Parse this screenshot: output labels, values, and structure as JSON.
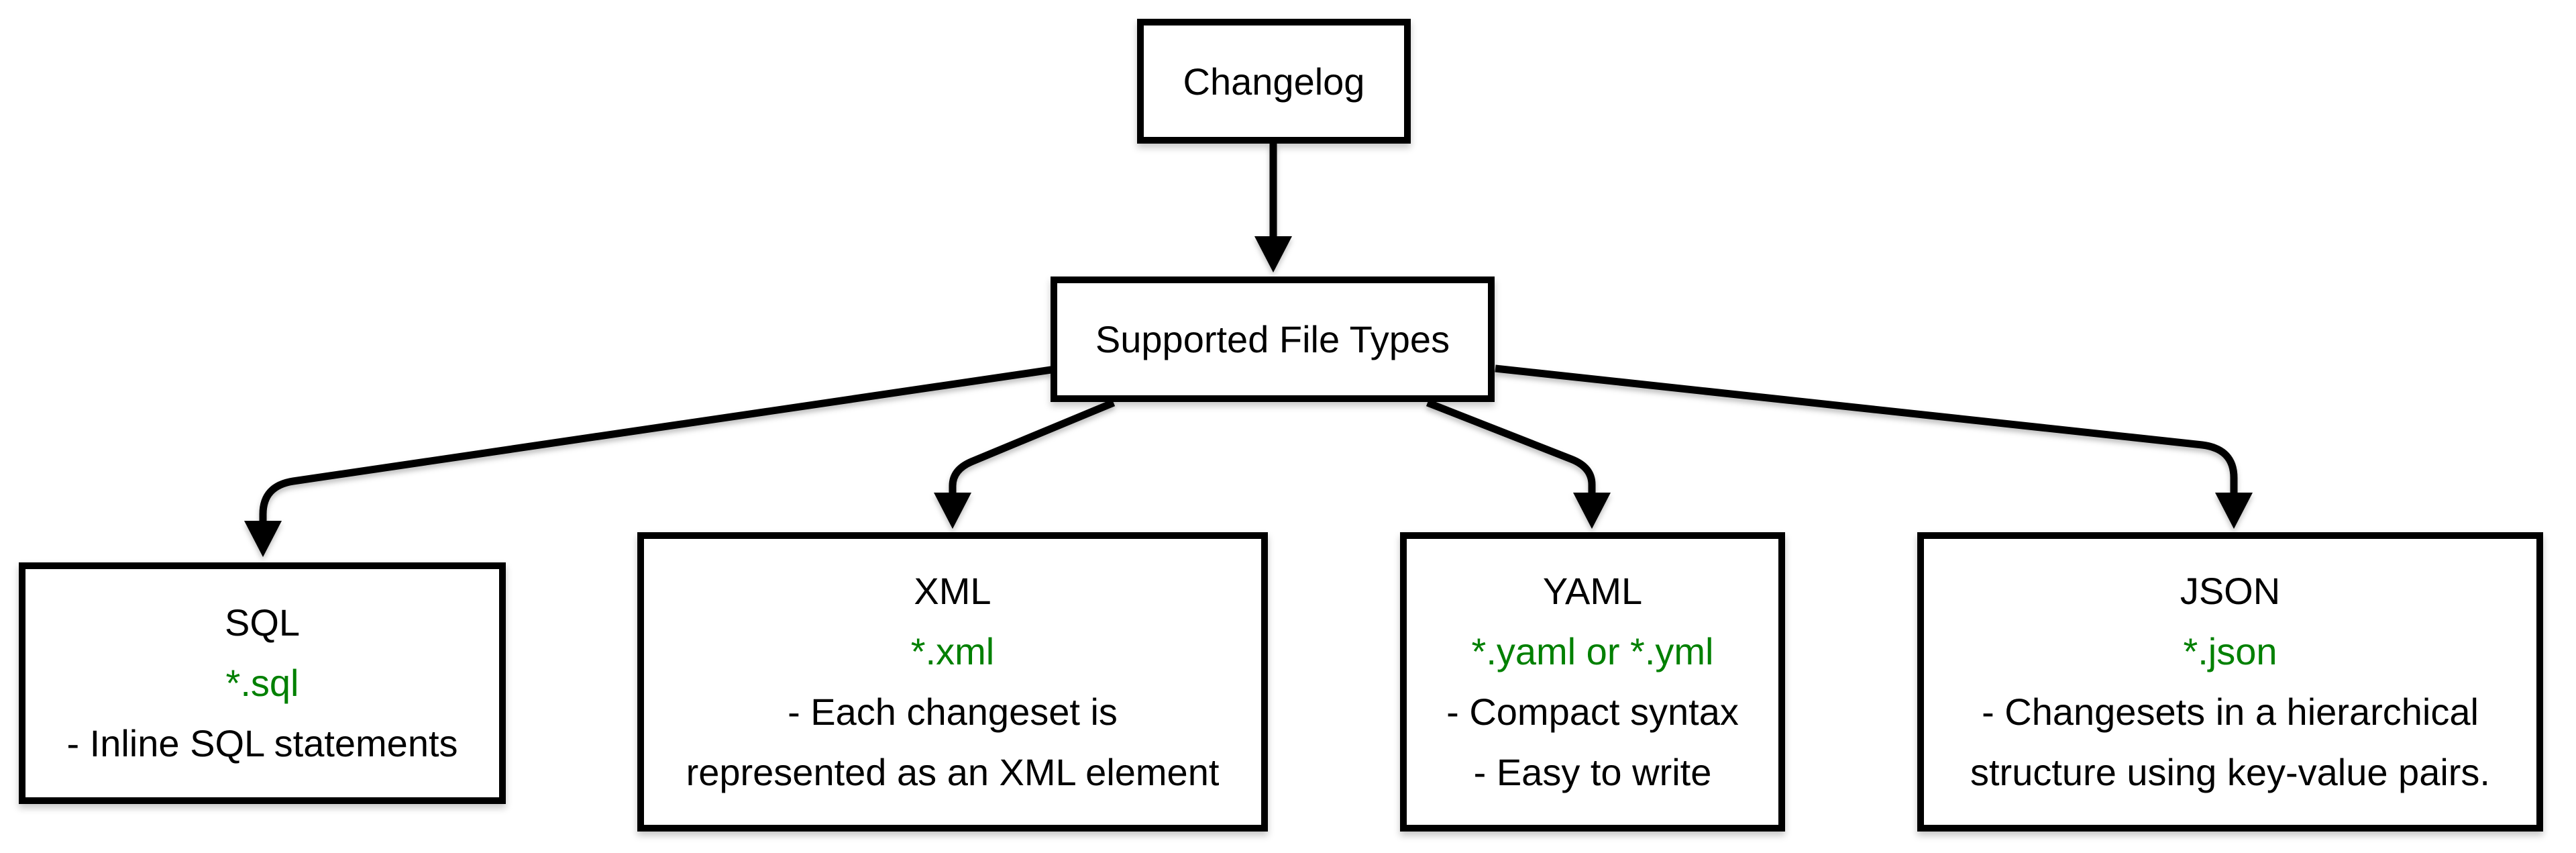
{
  "diagram": {
    "root": {
      "label": "Changelog"
    },
    "hub": {
      "label": "Supported File Types"
    },
    "types": [
      {
        "id": "sql",
        "title": "SQL",
        "ext": "*.sql",
        "desc": [
          "- Inline SQL statements"
        ]
      },
      {
        "id": "xml",
        "title": "XML",
        "ext": "*.xml",
        "desc": [
          "- Each changeset is",
          "represented as an XML element"
        ]
      },
      {
        "id": "yaml",
        "title": "YAML",
        "ext": "*.yaml or *.yml",
        "desc": [
          "- Compact syntax",
          "- Easy to write"
        ]
      },
      {
        "id": "json",
        "title": "JSON",
        "ext": "*.json",
        "desc": [
          "- Changesets in a hierarchical",
          "structure using key-value pairs."
        ]
      }
    ],
    "edges": [
      {
        "from": "Changelog",
        "to": "Supported File Types"
      },
      {
        "from": "Supported File Types",
        "to": "SQL"
      },
      {
        "from": "Supported File Types",
        "to": "XML"
      },
      {
        "from": "Supported File Types",
        "to": "YAML"
      },
      {
        "from": "Supported File Types",
        "to": "JSON"
      }
    ],
    "colors": {
      "extension_text": "#008000",
      "node_border": "#000000",
      "node_fill": "#ffffff",
      "page_background": "#ffffff",
      "text": "#000000"
    }
  }
}
